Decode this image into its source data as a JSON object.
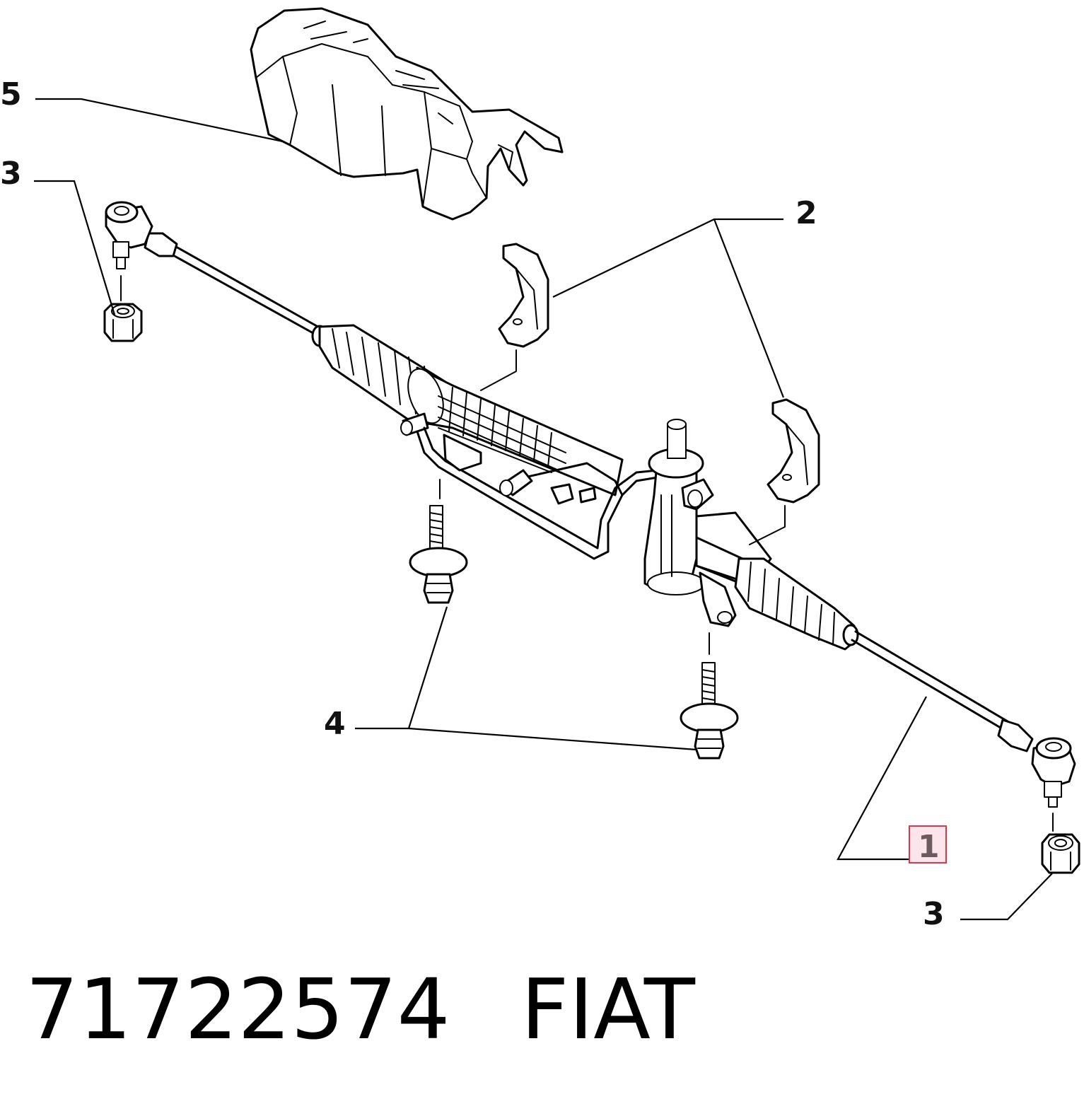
{
  "diagram": {
    "callouts": {
      "c5": "5",
      "c3_left": "3",
      "c2": "2",
      "c4": "4",
      "c1": "1",
      "c3_right": "3"
    },
    "highlighted_callout": "1",
    "highlight_color": "#e0344b"
  },
  "footer": {
    "part_number": "71722574",
    "brand": "FIAT"
  }
}
